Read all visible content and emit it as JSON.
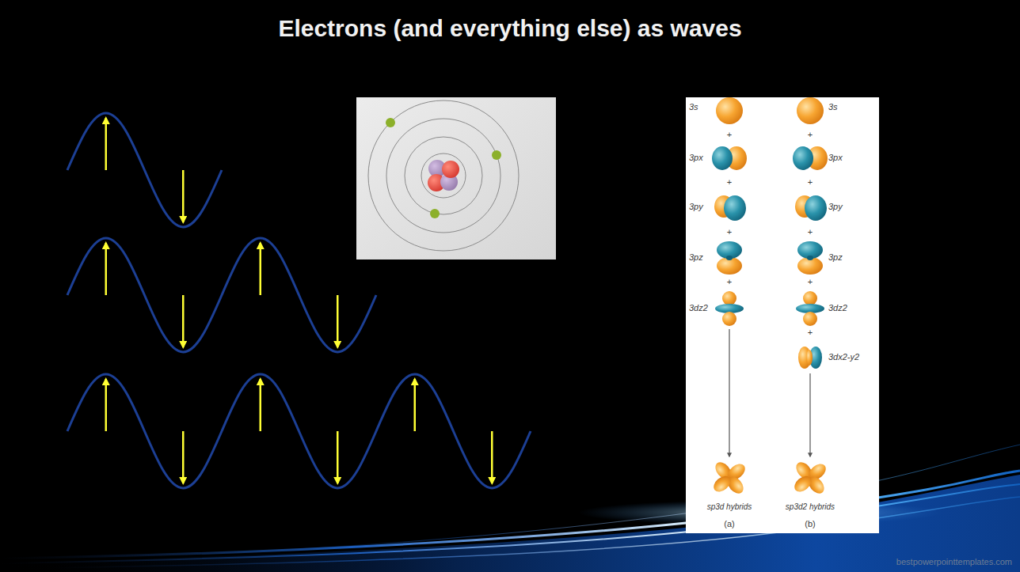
{
  "diagram": {
    "title": "Electrons (and everything else) as waves",
    "labels": [
      "3s",
      "3s",
      "+",
      "+",
      "3px",
      "3px",
      "+",
      "+",
      "3py",
      "3py",
      "+",
      "+",
      "3pz",
      "3pz",
      "+",
      "+",
      "3dz2",
      "3dz2",
      "+",
      "3dx2-y2",
      "sp3d hybrids",
      "sp3d2 hybrids",
      "(a)",
      "(b)",
      "bestpowerpointtemplates.com"
    ]
  }
}
